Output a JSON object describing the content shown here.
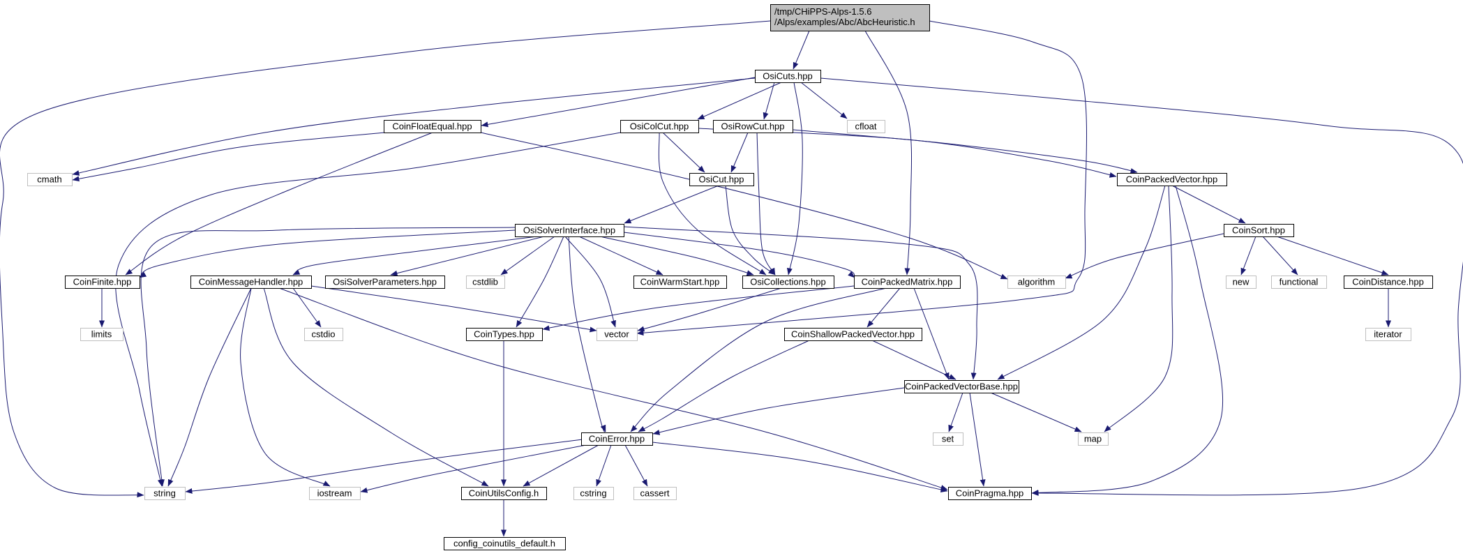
{
  "colors": {
    "edge": "#191970",
    "box_border": "#000000",
    "sys_border": "#bfbfbf",
    "root_fill": "#bfbfbf",
    "background": "#ffffff"
  },
  "nodes": {
    "root": {
      "lines": [
        "/tmp/CHiPPS-Alps-1.5.6",
        "/Alps/examples/Abc/AbcHeuristic.h"
      ],
      "kind": "root"
    },
    "osicuts": {
      "label": "OsiCuts.hpp",
      "kind": "file"
    },
    "string": {
      "label": "string",
      "kind": "system"
    },
    "coinpackedmatrix": {
      "label": "CoinPackedMatrix.hpp",
      "kind": "file"
    },
    "vector": {
      "label": "vector",
      "kind": "system"
    },
    "coinpragma": {
      "label": "CoinPragma.hpp",
      "kind": "file"
    },
    "coinfloatequal": {
      "label": "CoinFloatEqual.hpp",
      "kind": "file"
    },
    "osicolcut": {
      "label": "OsiColCut.hpp",
      "kind": "file"
    },
    "osirowcut": {
      "label": "OsiRowCut.hpp",
      "kind": "file"
    },
    "cfloat": {
      "label": "cfloat",
      "kind": "system"
    },
    "cmath": {
      "label": "cmath",
      "kind": "system"
    },
    "osicollections": {
      "label": "OsiCollections.hpp",
      "kind": "file"
    },
    "coinpackedvector": {
      "label": "CoinPackedVector.hpp",
      "kind": "file"
    },
    "osicut": {
      "label": "OsiCut.hpp",
      "kind": "file"
    },
    "osisolverinterface": {
      "label": "OsiSolverInterface.hpp",
      "kind": "file"
    },
    "coinsort": {
      "label": "CoinSort.hpp",
      "kind": "file"
    },
    "coinfinite": {
      "label": "CoinFinite.hpp",
      "kind": "file"
    },
    "coinmessagehandler": {
      "label": "CoinMessageHandler.hpp",
      "kind": "file"
    },
    "osisolverparameters": {
      "label": "OsiSolverParameters.hpp",
      "kind": "file"
    },
    "cstdlib": {
      "label": "cstdlib",
      "kind": "system"
    },
    "coinwarmstart": {
      "label": "CoinWarmStart.hpp",
      "kind": "file"
    },
    "algorithm": {
      "label": "algorithm",
      "kind": "system"
    },
    "new": {
      "label": "new",
      "kind": "system"
    },
    "functional": {
      "label": "functional",
      "kind": "system"
    },
    "coindistance": {
      "label": "CoinDistance.hpp",
      "kind": "file"
    },
    "limits": {
      "label": "limits",
      "kind": "system"
    },
    "cstdio": {
      "label": "cstdio",
      "kind": "system"
    },
    "cointypes": {
      "label": "CoinTypes.hpp",
      "kind": "file"
    },
    "coinshallowpackedvector": {
      "label": "CoinShallowPackedVector.hpp",
      "kind": "file"
    },
    "iterator": {
      "label": "iterator",
      "kind": "system"
    },
    "coinpackedvectorbase": {
      "label": "CoinPackedVectorBase.hpp",
      "kind": "file"
    },
    "coinerror": {
      "label": "CoinError.hpp",
      "kind": "file"
    },
    "set": {
      "label": "set",
      "kind": "system"
    },
    "map": {
      "label": "map",
      "kind": "system"
    },
    "iostream": {
      "label": "iostream",
      "kind": "system"
    },
    "coinutilsconfig": {
      "label": "CoinUtilsConfig.h",
      "kind": "file"
    },
    "cstring": {
      "label": "cstring",
      "kind": "system"
    },
    "cassert": {
      "label": "cassert",
      "kind": "system"
    },
    "config_default": {
      "label": "config_coinutils_default.h",
      "kind": "file"
    }
  },
  "edges": [
    [
      "root",
      "osicuts"
    ],
    [
      "root",
      "string"
    ],
    [
      "root",
      "coinpackedmatrix"
    ],
    [
      "root",
      "vector"
    ],
    [
      "osicuts",
      "coinfloatequal"
    ],
    [
      "osicuts",
      "osicolcut"
    ],
    [
      "osicuts",
      "osirowcut"
    ],
    [
      "osicuts",
      "cfloat"
    ],
    [
      "osicuts",
      "cmath"
    ],
    [
      "osicuts",
      "osicollections"
    ],
    [
      "osicuts",
      "coinpragma"
    ],
    [
      "coinfloatequal",
      "cmath"
    ],
    [
      "coinfloatequal",
      "coinfinite"
    ],
    [
      "coinfloatequal",
      "algorithm"
    ],
    [
      "osicolcut",
      "osicut"
    ],
    [
      "osicolcut",
      "osicollections"
    ],
    [
      "osicolcut",
      "coinpackedvector"
    ],
    [
      "osicolcut",
      "string"
    ],
    [
      "osirowcut",
      "osicut"
    ],
    [
      "osirowcut",
      "osicollections"
    ],
    [
      "osirowcut",
      "coinpackedvector"
    ],
    [
      "osicut",
      "osisolverinterface"
    ],
    [
      "osicut",
      "osicollections"
    ],
    [
      "osisolverinterface",
      "coinfinite"
    ],
    [
      "osisolverinterface",
      "coinmessagehandler"
    ],
    [
      "osisolverinterface",
      "osisolverparameters"
    ],
    [
      "osisolverinterface",
      "cstdlib"
    ],
    [
      "osisolverinterface",
      "coinwarmstart"
    ],
    [
      "osisolverinterface",
      "osicollections"
    ],
    [
      "osisolverinterface",
      "coinpackedmatrix"
    ],
    [
      "osisolverinterface",
      "cointypes"
    ],
    [
      "osisolverinterface",
      "vector"
    ],
    [
      "osisolverinterface",
      "string"
    ],
    [
      "osisolverinterface",
      "coinerror"
    ],
    [
      "osisolverinterface",
      "coinpackedvectorbase"
    ],
    [
      "coinpackedvector",
      "coinsort"
    ],
    [
      "coinpackedvector",
      "coinpackedvectorbase"
    ],
    [
      "coinpackedvector",
      "map"
    ],
    [
      "coinpackedvector",
      "coinpragma"
    ],
    [
      "coinsort",
      "algorithm"
    ],
    [
      "coinsort",
      "new"
    ],
    [
      "coinsort",
      "functional"
    ],
    [
      "coinsort",
      "coindistance"
    ],
    [
      "coindistance",
      "iterator"
    ],
    [
      "coinfinite",
      "limits"
    ],
    [
      "coinmessagehandler",
      "cstdio"
    ],
    [
      "coinmessagehandler",
      "vector"
    ],
    [
      "coinmessagehandler",
      "string"
    ],
    [
      "coinmessagehandler",
      "iostream"
    ],
    [
      "coinmessagehandler",
      "coinutilsconfig"
    ],
    [
      "coinmessagehandler",
      "coinpragma"
    ],
    [
      "osicollections",
      "vector"
    ],
    [
      "coinpackedmatrix",
      "cointypes"
    ],
    [
      "coinpackedmatrix",
      "coinshallowpackedvector"
    ],
    [
      "coinpackedmatrix",
      "coinpackedvectorbase"
    ],
    [
      "coinpackedmatrix",
      "coinerror"
    ],
    [
      "cointypes",
      "coinutilsconfig"
    ],
    [
      "coinshallowpackedvector",
      "coinpackedvectorbase"
    ],
    [
      "coinshallowpackedvector",
      "coinerror"
    ],
    [
      "coinpackedvectorbase",
      "coinerror"
    ],
    [
      "coinpackedvectorbase",
      "set"
    ],
    [
      "coinpackedvectorbase",
      "map"
    ],
    [
      "coinpackedvectorbase",
      "coinpragma"
    ],
    [
      "coinerror",
      "string"
    ],
    [
      "coinerror",
      "iostream"
    ],
    [
      "coinerror",
      "coinutilsconfig"
    ],
    [
      "coinerror",
      "cstring"
    ],
    [
      "coinerror",
      "cassert"
    ],
    [
      "coinerror",
      "coinpragma"
    ],
    [
      "coinutilsconfig",
      "config_default"
    ]
  ]
}
